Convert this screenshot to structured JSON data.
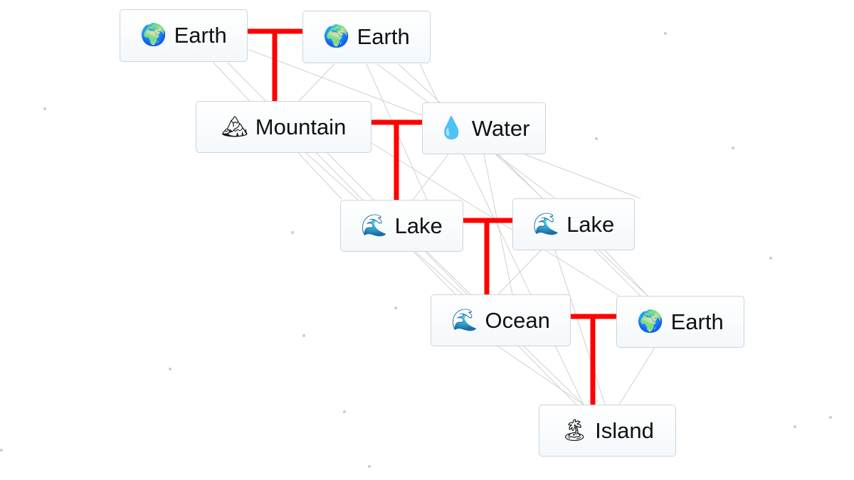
{
  "nodes": [
    {
      "label": "Earth",
      "icon": "🌍"
    },
    {
      "label": "Earth",
      "icon": "🌍"
    },
    {
      "label": "Mountain",
      "icon": "🏔"
    },
    {
      "label": "Water",
      "icon": "💧"
    },
    {
      "label": "Lake",
      "icon": "🌊"
    },
    {
      "label": "Lake",
      "icon": "🌊"
    },
    {
      "label": "Ocean",
      "icon": "🌊"
    },
    {
      "label": "Earth",
      "icon": "🌍"
    },
    {
      "label": "Island",
      "icon": "🏝"
    }
  ],
  "colors": {
    "connector": "#ff0000",
    "background": "#ffffff",
    "faint_line": "#cccccc"
  }
}
